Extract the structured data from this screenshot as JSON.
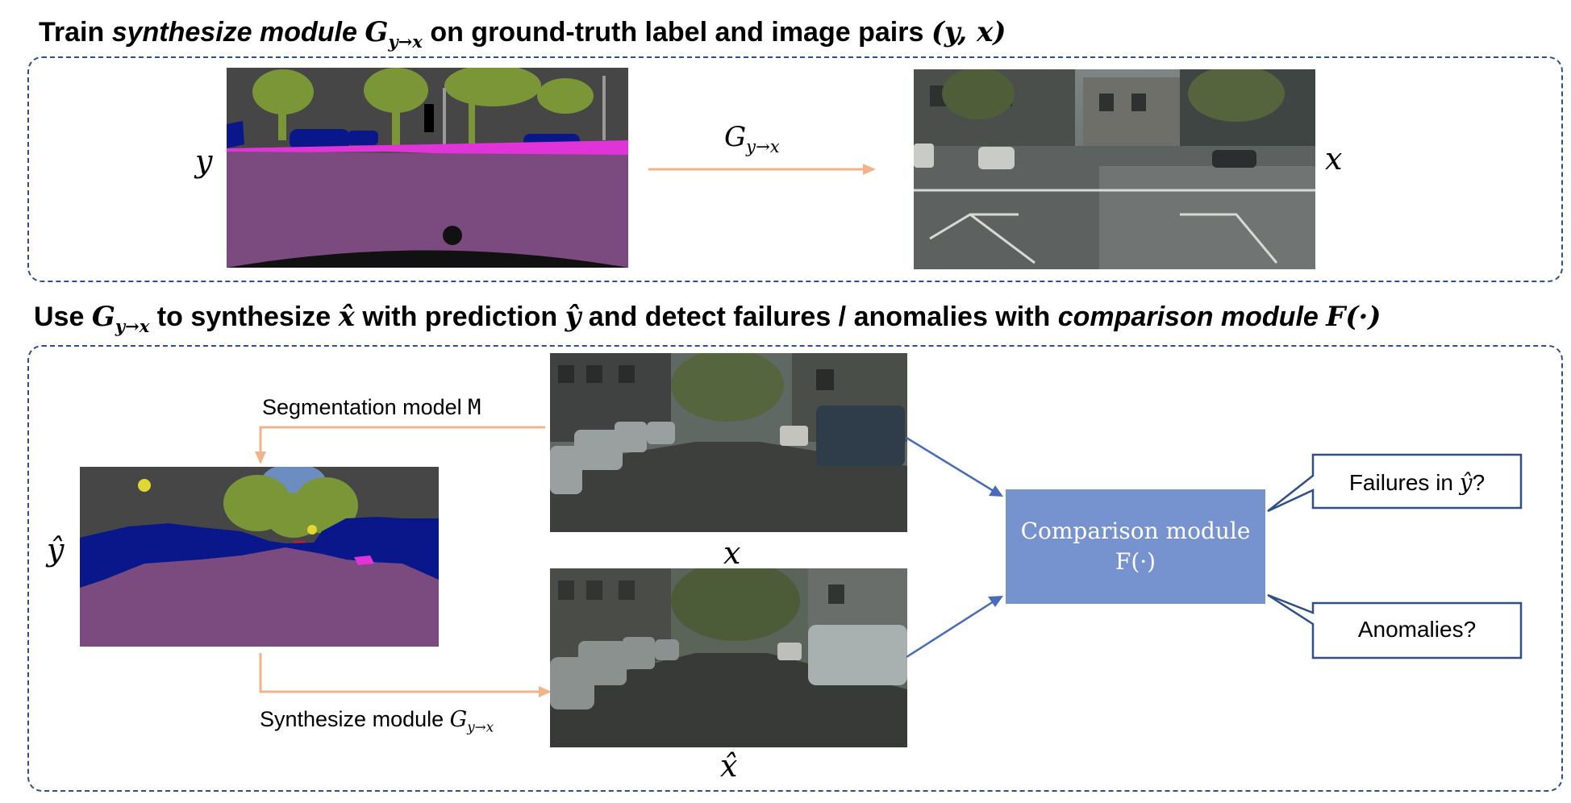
{
  "top": {
    "title": {
      "part1": "Train ",
      "part2": "synthesize module ",
      "math_g": "G",
      "math_sub": "y→x",
      "part3": " on ground-truth label and image pairs ",
      "math_pair": "(y, x)"
    },
    "label_y": "y",
    "arrow_label_g": "G",
    "arrow_label_sub": "y→x",
    "label_x": "x"
  },
  "bottom": {
    "title": {
      "part1": "Use ",
      "math_g": "G",
      "math_sub": "y→x",
      "part2": " to synthesize ",
      "math_xhat": "x̂",
      "part3": " with prediction ",
      "math_yhat": "ŷ",
      "part4": " and detect failures / anomalies with ",
      "part5": "comparison module ",
      "math_f": "F(·)"
    },
    "label_yhat": "ŷ",
    "seg_label_text": "Segmentation model ",
    "seg_label_m": "M",
    "synth_label_text": "Synthesize module ",
    "synth_label_g": "G",
    "synth_label_sub": "y→x",
    "label_x": "x",
    "label_xhat": "x̂",
    "comparison_line1": "Comparison module",
    "comparison_line2": "F(·)",
    "callout_failures_text": "Failures in ",
    "callout_failures_math": "ŷ",
    "callout_failures_end": "?",
    "callout_anomalies": "Anomalies?"
  },
  "colors": {
    "panel_border": "#2f4f86",
    "orange_arrow": "#f0b48a",
    "blue_arrow": "#4a6cb8",
    "comparison_fill": "#7793cf",
    "road_purple": "#7b4a7e",
    "car_blue": "#0a178a",
    "tree_green": "#7a9637",
    "sky_dark": "#464646"
  }
}
